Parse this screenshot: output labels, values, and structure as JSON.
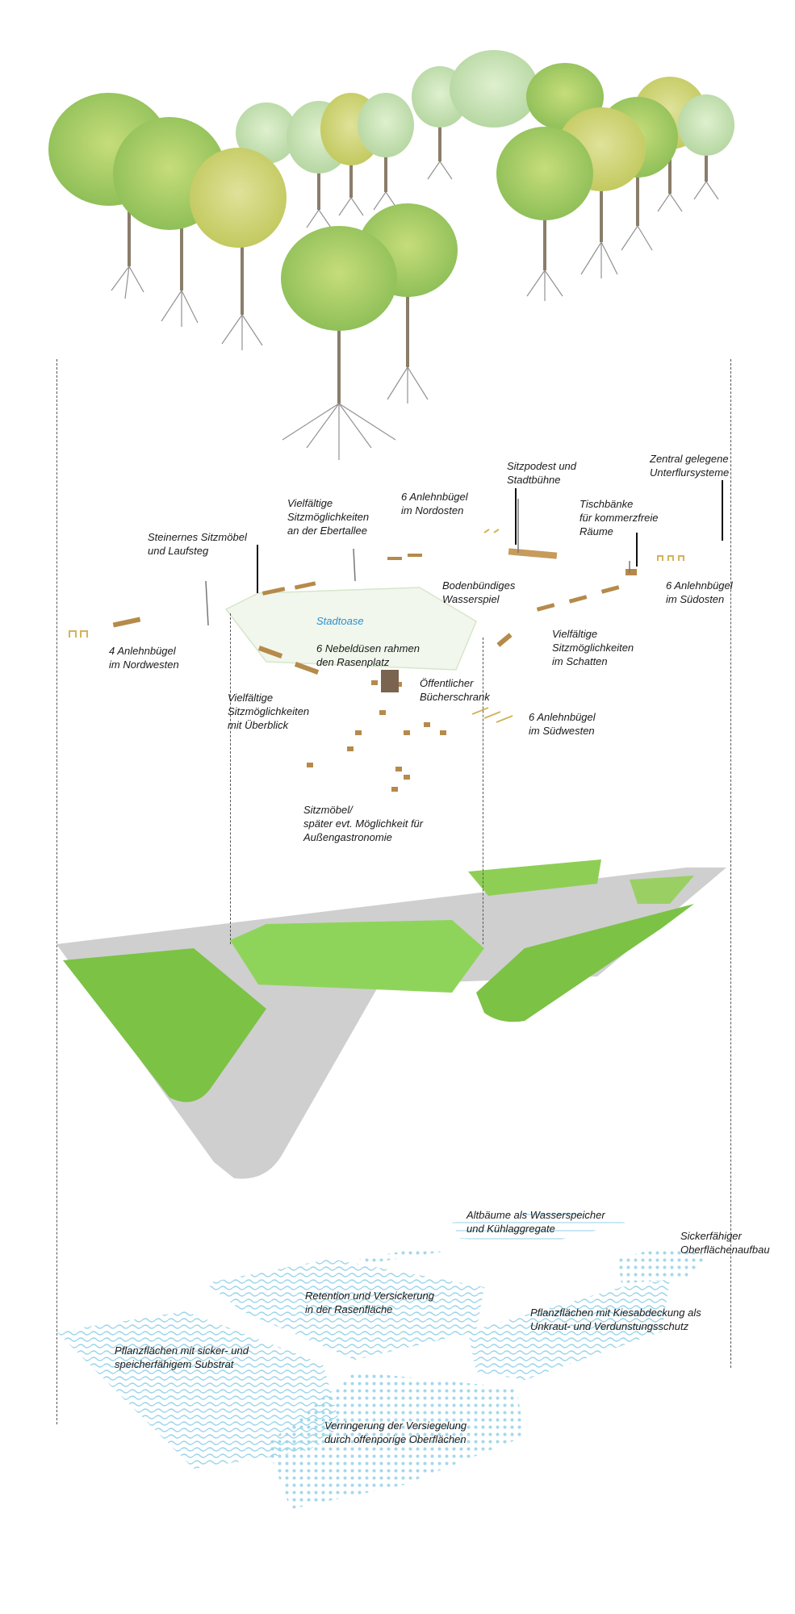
{
  "colors": {
    "accent_blue": "#2a8fd0",
    "lawn": "#8fd45a",
    "paving": "#cfcfcf",
    "planting": "#7cc245",
    "water_pattern": "#a9dcee",
    "bench_wood": "#b58a4a"
  },
  "labels": {
    "tree_layer_1": "Zentral gelegene\nUnterflursysteme",
    "sitzpodest": "Sitzpodest und\nStadtbühne",
    "anlehn_nordosten": "6 Anlehnbügel\nim Nordosten",
    "vielfaeltig_ebertallee": "Vielfältige\nSitzmöglichkeiten\nan der Ebertallee",
    "steinernes": "Steinernes Sitzmöbel\nund Laufsteg",
    "tischbaenke": "Tischbänke\nfür kommerzfreie\nRäume",
    "stadtoase_title": "Stadtoase",
    "stadtoase_text": "6 Nebeldüsen rahmen\nden Rasenplatz",
    "bodenbuendig": "Bodenbündiges\nWasserspiel",
    "anlehn_suedosten": "6 Anlehnbügel\nim Südosten",
    "anlehn_nordwesten": "4 Anlehnbügel\nim Nordwesten",
    "vielfaeltig_schatten": "Vielfältige\nSitzmöglichkeiten\nim Schatten",
    "buecherschrank": "Öffentlicher\nBücherschrank",
    "vielfaeltig_ueberblick": "Vielfältige\nSitzmöglichkeiten\nmit Überblick",
    "anlehn_suedwesten": "6 Anlehnbügel\nim Südwesten",
    "sitzmoebel": "Sitzmöbel/\nspäter evt. Möglichkeit für\nAußengastronomie",
    "altbaeume": "Altbäume als Wasserspeicher\nund Kühlaggregate",
    "sickerfaehig": "Sickerfähiger\nOberflächenaufbau",
    "retention": "Retention und Versickerung\nin der Rasenfläche",
    "pflanz_kies": "Pflanzflächen mit Kiesabdeckung als\nUnkraut- und Verdunstungsschutz",
    "pflanz_substrat": "Pflanzflächen mit sicker- und\nspeicherfähigem Substrat",
    "versiegelung": "Verringerung der Versiegelung\ndurch offenporige Oberflächen"
  }
}
